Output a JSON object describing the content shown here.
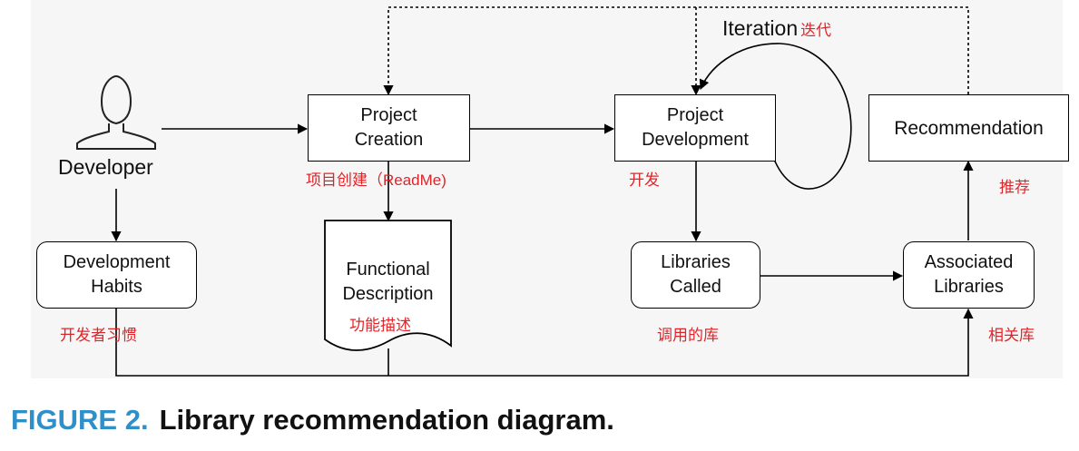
{
  "actor": {
    "label": "Developer"
  },
  "nodes": {
    "project_creation": "Project\nCreation",
    "project_development": "Project\nDevelopment",
    "recommendation": "Recommendation",
    "development_habits": "Development\nHabits",
    "functional_description": "Functional\nDescription",
    "libraries_called": "Libraries\nCalled",
    "associated_libraries": "Associated\nLibraries"
  },
  "annotations": {
    "project_creation": "项目创建（ReadMe)",
    "project_development": "开发",
    "recommendation": "推荐",
    "development_habits": "开发者习惯",
    "functional_description": "功能描述",
    "libraries_called": "调用的库",
    "associated_libraries": "相关库"
  },
  "iteration": {
    "label": "Iteration",
    "annotation": "迭代"
  },
  "caption": {
    "number": "FIGURE 2.",
    "text": "Library recommendation diagram."
  },
  "colors": {
    "annotation": "#e0252a",
    "caption_number": "#2f8fc9",
    "panel": "#f6f6f6"
  }
}
